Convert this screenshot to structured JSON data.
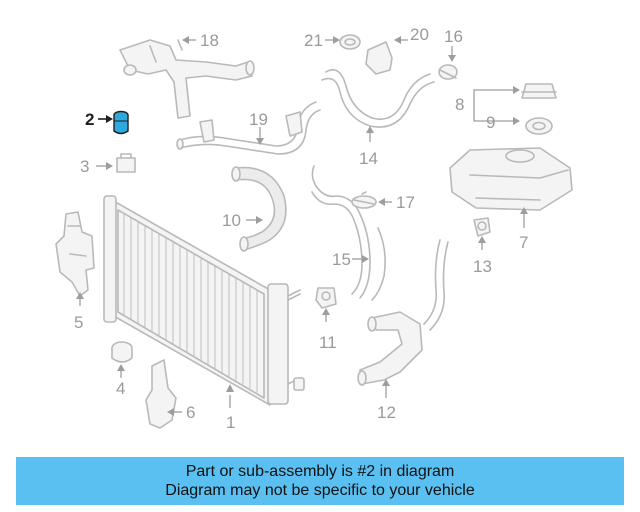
{
  "diagram": {
    "labels": [
      {
        "id": "1",
        "text": "1"
      },
      {
        "id": "2",
        "text": "2"
      },
      {
        "id": "3",
        "text": "3"
      },
      {
        "id": "4",
        "text": "4"
      },
      {
        "id": "5",
        "text": "5"
      },
      {
        "id": "6",
        "text": "6"
      },
      {
        "id": "7",
        "text": "7"
      },
      {
        "id": "8",
        "text": "8"
      },
      {
        "id": "9",
        "text": "9"
      },
      {
        "id": "10",
        "text": "10"
      },
      {
        "id": "11",
        "text": "11"
      },
      {
        "id": "12",
        "text": "12"
      },
      {
        "id": "13",
        "text": "13"
      },
      {
        "id": "14",
        "text": "14"
      },
      {
        "id": "15",
        "text": "15"
      },
      {
        "id": "16",
        "text": "16"
      },
      {
        "id": "17",
        "text": "17"
      },
      {
        "id": "18",
        "text": "18"
      },
      {
        "id": "19",
        "text": "19"
      },
      {
        "id": "20",
        "text": "20"
      },
      {
        "id": "21",
        "text": "21"
      }
    ],
    "highlighted_part": "2",
    "highlight_color": "#2ea9df"
  },
  "banner": {
    "line1": "Part or sub-assembly is #2 in diagram",
    "line2": "Diagram may not be specific to your vehicle",
    "background": "#5ac0f2"
  }
}
